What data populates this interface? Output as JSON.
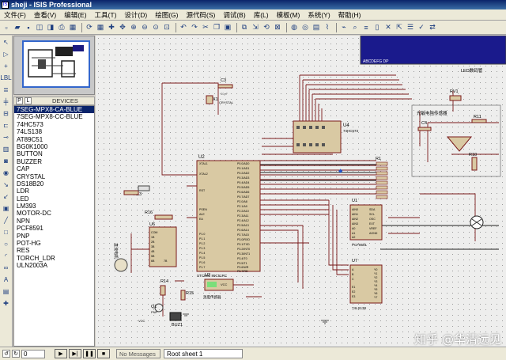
{
  "window": {
    "title": "sheji - ISIS Professional",
    "app_icon": "isis-icon"
  },
  "menu": [
    "文件(F)",
    "查看(V)",
    "编辑(E)",
    "工具(T)",
    "设计(D)",
    "绘图(G)",
    "源代码(S)",
    "调试(B)",
    "库(L)",
    "模板(M)",
    "系统(Y)",
    "帮助(H)"
  ],
  "picker": {
    "p_label": "P",
    "l_label": "L",
    "header": "DEVICES"
  },
  "devices": [
    "7SEG-MPX8-CA-BLUE",
    "7SEG-MPX8-CC-BLUE",
    "74HC573",
    "74LS138",
    "AT89C51",
    "BG0K1000",
    "BUTTON",
    "BUZZER",
    "CAP",
    "CRYSTAL",
    "DS18B20",
    "LDR",
    "LED",
    "LM393",
    "MOTOR-DC",
    "NPN",
    "PCF8591",
    "PNP",
    "POT-HG",
    "RES",
    "TORCH_LDR",
    "ULN2003A"
  ],
  "selected_device_index": 0,
  "status": {
    "angle": "0",
    "messages": "No Messages",
    "sheet": "Root sheet 1"
  },
  "watermark": "知乎 @华清远见",
  "schematic": {
    "u2_ref": "U2",
    "u2_part": "STC89C 89C51RC",
    "u2_left_pins": [
      "XTAL1",
      "XTAL2",
      "RST",
      "PSEN",
      "ALE",
      "EA",
      "P1.0",
      "P1.1",
      "P1.2",
      "P1.3",
      "P1.4",
      "P1.5",
      "P1.6",
      "P1.7"
    ],
    "u2_right_pins": [
      "P0.0/AD0",
      "P0.1/AD1",
      "P0.2/AD2",
      "P0.3/AD3",
      "P0.4/AD4",
      "P0.5/AD5",
      "P0.6/AD6",
      "P0.7/AD7",
      "P2.0/A8",
      "P2.1/A9",
      "P2.2/A10",
      "P2.3/A11",
      "P2.4/A12",
      "P2.5/A13",
      "P2.6/A14",
      "P2.7/A15",
      "P3.0/RXD",
      "P3.1/TXD",
      "P3.2/INT0",
      "P3.3/INT1",
      "P3.4/T0",
      "P3.5/T1",
      "P3.6/WR",
      "P3.7/RD"
    ],
    "u4_ref": "U4",
    "u4_part": "74HC573",
    "u1_ref": "U1",
    "u1_part": "PCF8591",
    "u1_pins_left": [
      "AIN0",
      "AIN1",
      "AIN2",
      "AIN3",
      "A0",
      "A1",
      "A2"
    ],
    "u1_pins_right": [
      "SDA",
      "SCL",
      "OSC",
      "EXT",
      "VREF",
      "AGND"
    ],
    "u7_ref": "U7",
    "u7_part": "74LS138",
    "u7_pins_left": [
      "A",
      "B",
      "C",
      "E1",
      "E2",
      "E3"
    ],
    "u7_pins_right": [
      "Y0",
      "Y1",
      "Y2",
      "Y3",
      "Y4",
      "Y5",
      "Y6",
      "Y7"
    ],
    "u6_ref": "U6",
    "u6_pins": [
      "COM",
      "1B",
      "2B",
      "3B",
      "4B",
      "5B",
      "6B",
      "7B"
    ],
    "c3": "C3",
    "c3_val": "30pF",
    "x1": "X1",
    "x1_val": "CRYSTAL",
    "c4": "C4",
    "r1": "R1",
    "r13": "R13",
    "r16": "R16",
    "r14": "R14",
    "r15": "R15",
    "r10": "R10",
    "r11": "R11",
    "rv1": "RV1",
    "q1": "Q1",
    "q1_part": "PNP",
    "buz1": "BUZ1",
    "u3": "U3",
    "u3_label": "温度传感器",
    "led_display_label": "LED数码管",
    "display_digits": "ABCDEFG DP",
    "sensor_label": "光敏电阻传感器",
    "motor_label": "直流电机",
    "vcc": "VCC",
    "gnd": "GND",
    "text_hint": "<TEXT>"
  }
}
